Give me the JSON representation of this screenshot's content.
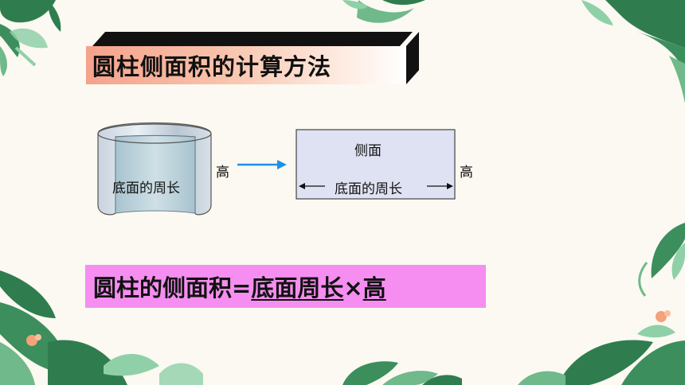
{
  "title": "圆柱侧面积的计算方法",
  "diagram": {
    "cylinder_label": "底面的周长",
    "height_label_left": "高",
    "rect_top_label": "侧面",
    "rect_bottom_label": "底面的周长",
    "height_label_right": "高"
  },
  "formula": {
    "left": "圆柱的侧面积",
    "equals": "=",
    "term1": "底面周长",
    "times": "×",
    "term2": "高"
  },
  "colors": {
    "title_gradient_start": "#f6a28c",
    "formula_bg": "#f58ef0",
    "arrow": "#1e90e8",
    "rect_fill": "#dfe2f2",
    "leaf_dark": "#2f7d4f",
    "leaf_light": "#8fd0a8"
  }
}
